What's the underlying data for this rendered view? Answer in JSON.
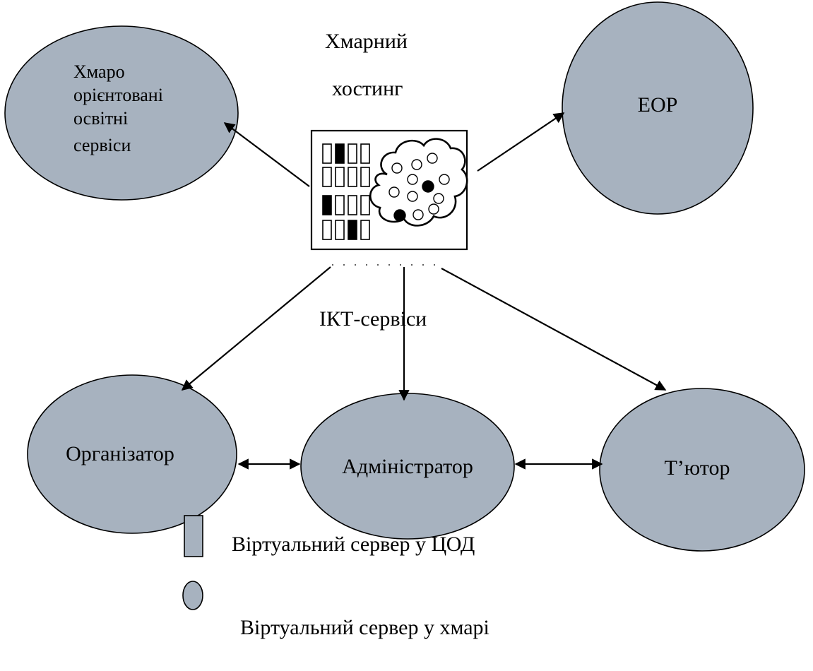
{
  "title": {
    "line1": "Хмарний",
    "line2": "хостинг"
  },
  "nodes": {
    "cloud_services": {
      "line1": "Хмаро",
      "line2": "орієнтовані",
      "line3": "освітні",
      "line4": "сервіси"
    },
    "eor": {
      "label": "ЕОР"
    },
    "organizer": {
      "label": "Організатор"
    },
    "administrator": {
      "label": "Адміністратор"
    },
    "tutor": {
      "label": "Т’ютор"
    }
  },
  "ict_label": "ІКТ-сервіси",
  "legend": {
    "rect_label": "Віртуальний сервер у ЦОД",
    "ellipse_label": "Віртуальний сервер у хмарі"
  },
  "colors": {
    "node_fill": "#a7b2bf",
    "stroke": "#000000"
  },
  "icons": {
    "hub": "cloud-hosting-server-icon",
    "legend_rect": "virtual-server-dc-icon",
    "legend_ellipse": "virtual-server-cloud-icon"
  }
}
